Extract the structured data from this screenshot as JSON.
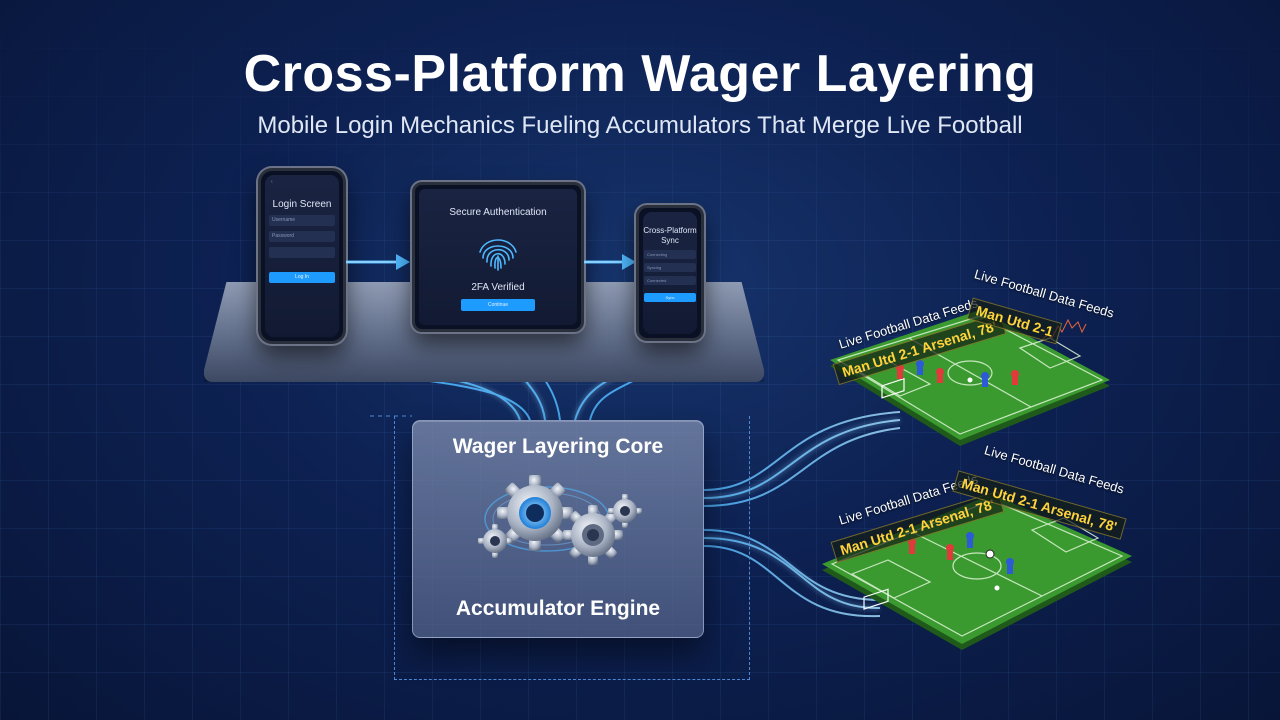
{
  "title": "Cross-Platform Wager Layering",
  "subtitle": "Mobile Login Mechanics Fueling Accumulators That Merge Live Football",
  "devices": {
    "phone1": {
      "screen_title": "Login Screen",
      "field1": "Username",
      "field2": "Password",
      "button": "Log In"
    },
    "tablet": {
      "screen_title": "Secure Authentication",
      "status": "2FA Verified",
      "button": "Continue"
    },
    "phone2": {
      "screen_title": "Cross-Platform Sync",
      "field1": "Connecting",
      "field2": "Syncing",
      "field3": "Connected",
      "button": "Sync"
    }
  },
  "core": {
    "top_label": "Wager Layering Core",
    "bottom_label": "Accumulator Engine"
  },
  "feeds": [
    {
      "label_left": "Live Football Data Feeds",
      "label_right": "Live Football Data Feeds",
      "score_left": "Man Utd 2-1 Arsenal, 78'",
      "score_right": "Man Utd 2-1"
    },
    {
      "label_left": "Live Football Data Feeds",
      "label_right": "Live Football Data Feeds",
      "score_left": "Man Utd 2-1 Arsenal, 78'",
      "score_right": "Man Utd 2-1 Arsenal, 78'"
    }
  ],
  "colors": {
    "background": "#0d2152",
    "accent": "#1e9bff",
    "flow": "#4fb8ff",
    "pitch": "#3b9a2f",
    "score": "#ffd43a"
  },
  "icons": [
    "fingerprint-icon",
    "gears-icon",
    "arrow-right-icon"
  ]
}
